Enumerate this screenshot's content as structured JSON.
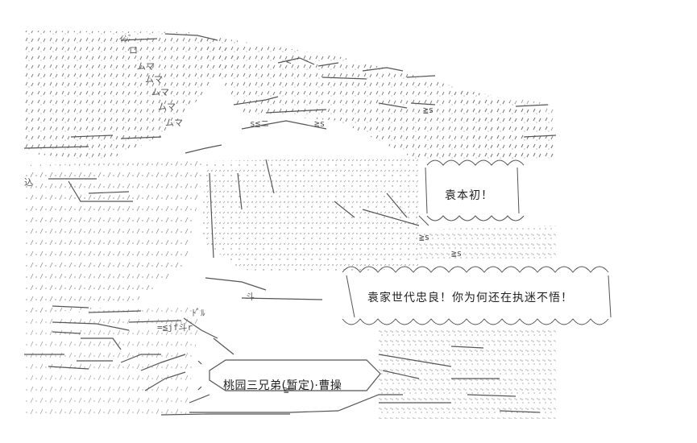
{
  "bubble_top": "袁本初！",
  "bubble_main": "袁家世代忠良！你为何还在执迷不悟！",
  "caption": "桃园三兄弟(暂定)·曹操",
  "colors": {
    "ink": "#555555",
    "background": "#ffffff",
    "text": "#222222"
  }
}
